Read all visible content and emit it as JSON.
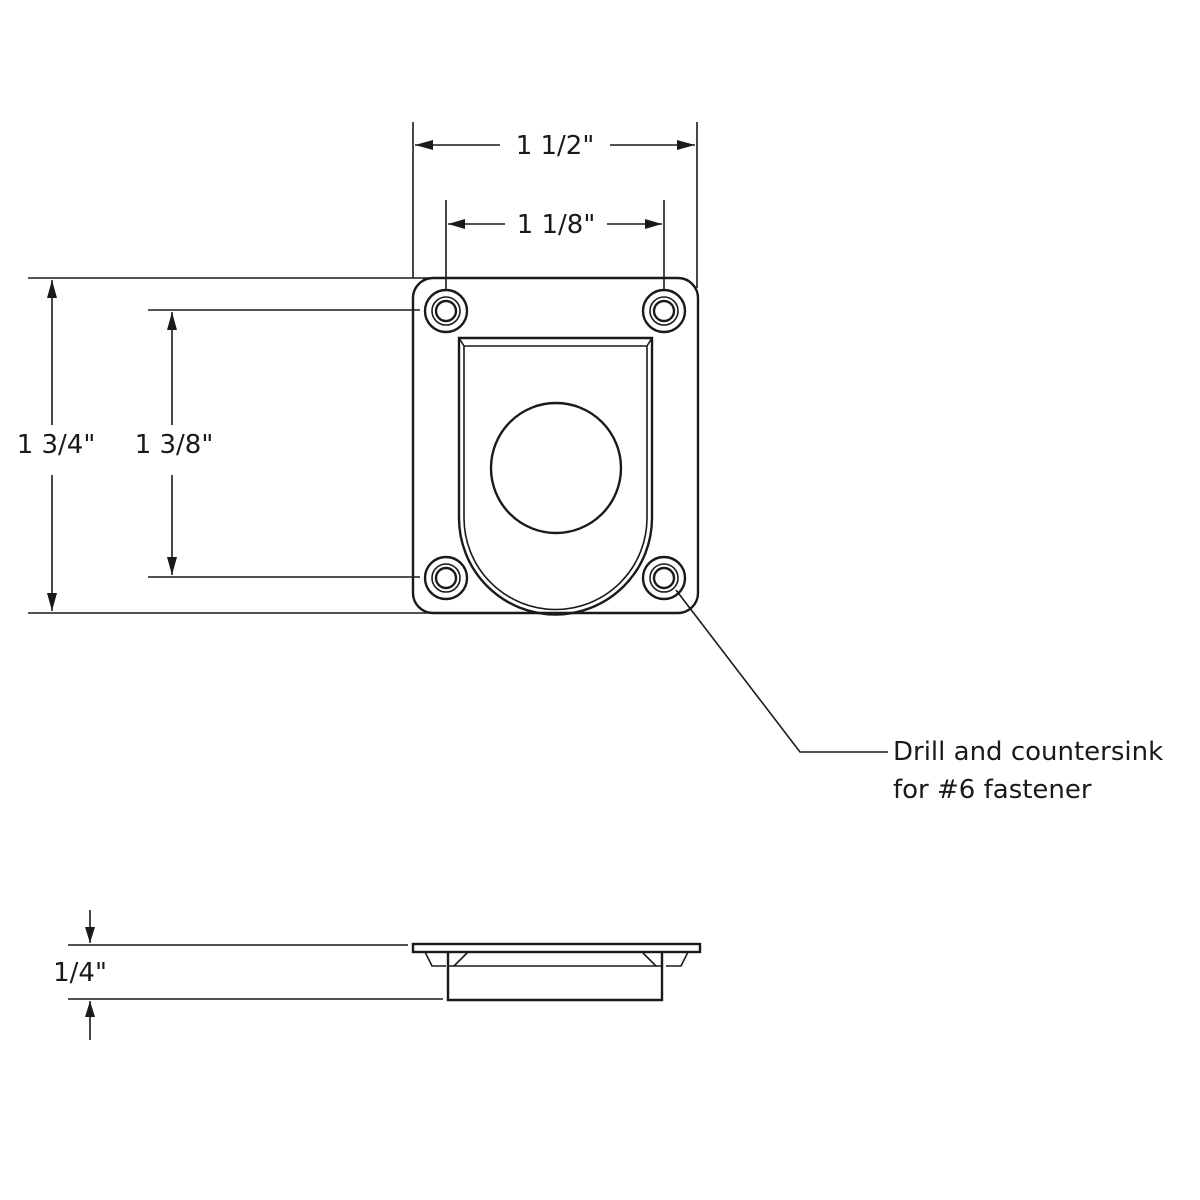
{
  "dimensions": {
    "overall_width": "1 1/2\"",
    "hole_spacing_width": "1 1/8\"",
    "overall_height": "1 3/4\"",
    "hole_spacing_height": "1 3/8\"",
    "depth": "1/4\""
  },
  "callout": {
    "line1": "Drill and countersink",
    "line2": "for #6 fastener"
  },
  "colors": {
    "ink": "#1a1a1a",
    "background": "#ffffff"
  }
}
